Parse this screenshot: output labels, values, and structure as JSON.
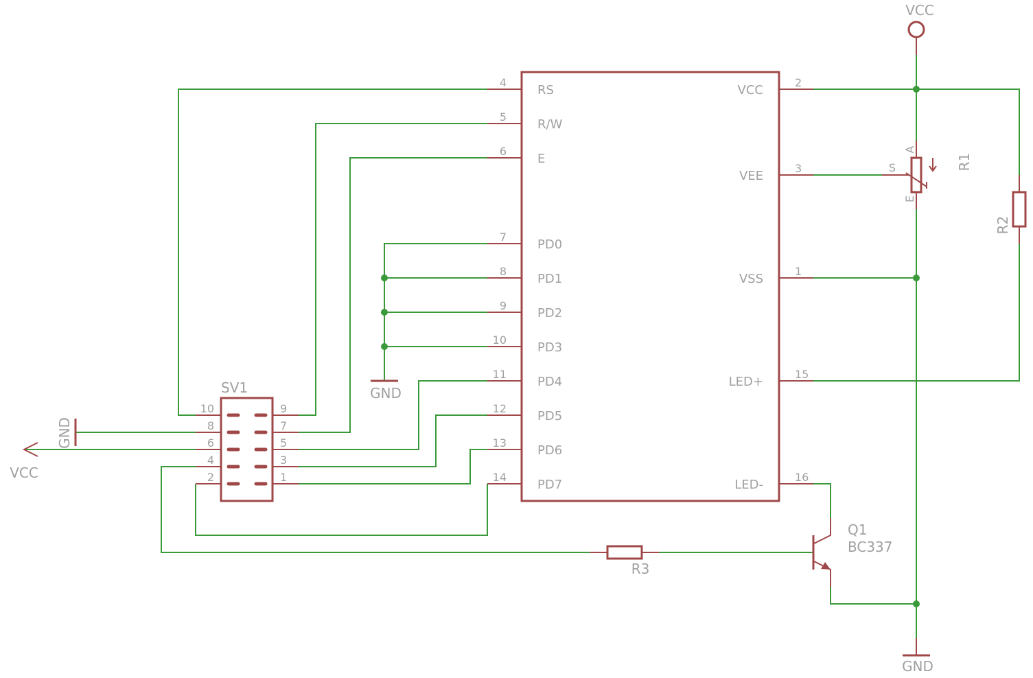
{
  "lcd": {
    "left_pins": [
      {
        "num": "4",
        "name": "RS"
      },
      {
        "num": "5",
        "name": "R/W"
      },
      {
        "num": "6",
        "name": "E"
      },
      {
        "num": "7",
        "name": "PD0"
      },
      {
        "num": "8",
        "name": "PD1"
      },
      {
        "num": "9",
        "name": "PD2"
      },
      {
        "num": "10",
        "name": "PD3"
      },
      {
        "num": "11",
        "name": "PD4"
      },
      {
        "num": "12",
        "name": "PD5"
      },
      {
        "num": "13",
        "name": "PD6"
      },
      {
        "num": "14",
        "name": "PD7"
      }
    ],
    "right_pins": [
      {
        "num": "2",
        "name": "VCC"
      },
      {
        "num": "3",
        "name": "VEE"
      },
      {
        "num": "1",
        "name": "VSS"
      },
      {
        "num": "15",
        "name": "LED+"
      },
      {
        "num": "16",
        "name": "LED-"
      }
    ]
  },
  "connector": {
    "name": "SV1",
    "left_pins": [
      "10",
      "8",
      "6",
      "4",
      "2"
    ],
    "right_pins": [
      "9",
      "7",
      "5",
      "3",
      "1"
    ]
  },
  "supplies": {
    "vcc_top": "VCC",
    "vcc_left": "VCC",
    "gnd_left": "GND",
    "gnd_mid": "GND",
    "gnd_bottom": "GND"
  },
  "pot": {
    "name": "R1",
    "pin_a": "A",
    "pin_s": "S",
    "pin_e": "E"
  },
  "resistor_r2": "R2",
  "resistor_r3": "R3",
  "transistor": {
    "name": "Q1",
    "value": "BC337"
  }
}
